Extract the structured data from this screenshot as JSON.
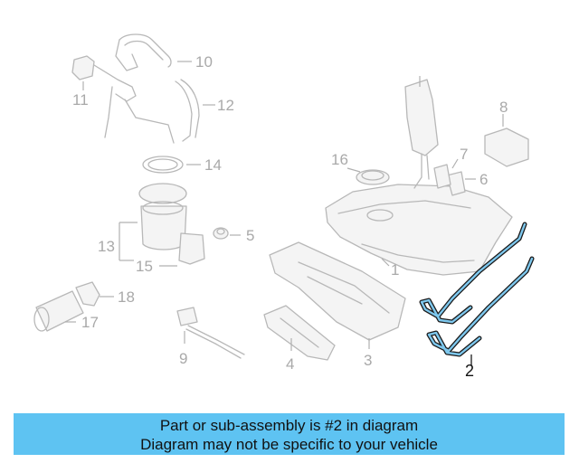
{
  "diagram": {
    "callouts": {
      "c1": "1",
      "c2": "2",
      "c3": "3",
      "c4": "4",
      "c5": "5",
      "c6": "6",
      "c7": "7",
      "c8": "8",
      "c9": "9",
      "c10": "10",
      "c11": "11",
      "c12": "12",
      "c13": "13",
      "c14": "14",
      "c15": "15",
      "c16": "16",
      "c17": "17",
      "c18": "18"
    },
    "highlighted_part": "2",
    "colors": {
      "highlight": "#7ec8ee",
      "ghost": "#b8b8b8",
      "banner": "#5ec3f2"
    }
  },
  "banner": {
    "line1": "Part or sub-assembly is #2 in diagram",
    "line2": "Diagram may not be specific to your vehicle"
  }
}
